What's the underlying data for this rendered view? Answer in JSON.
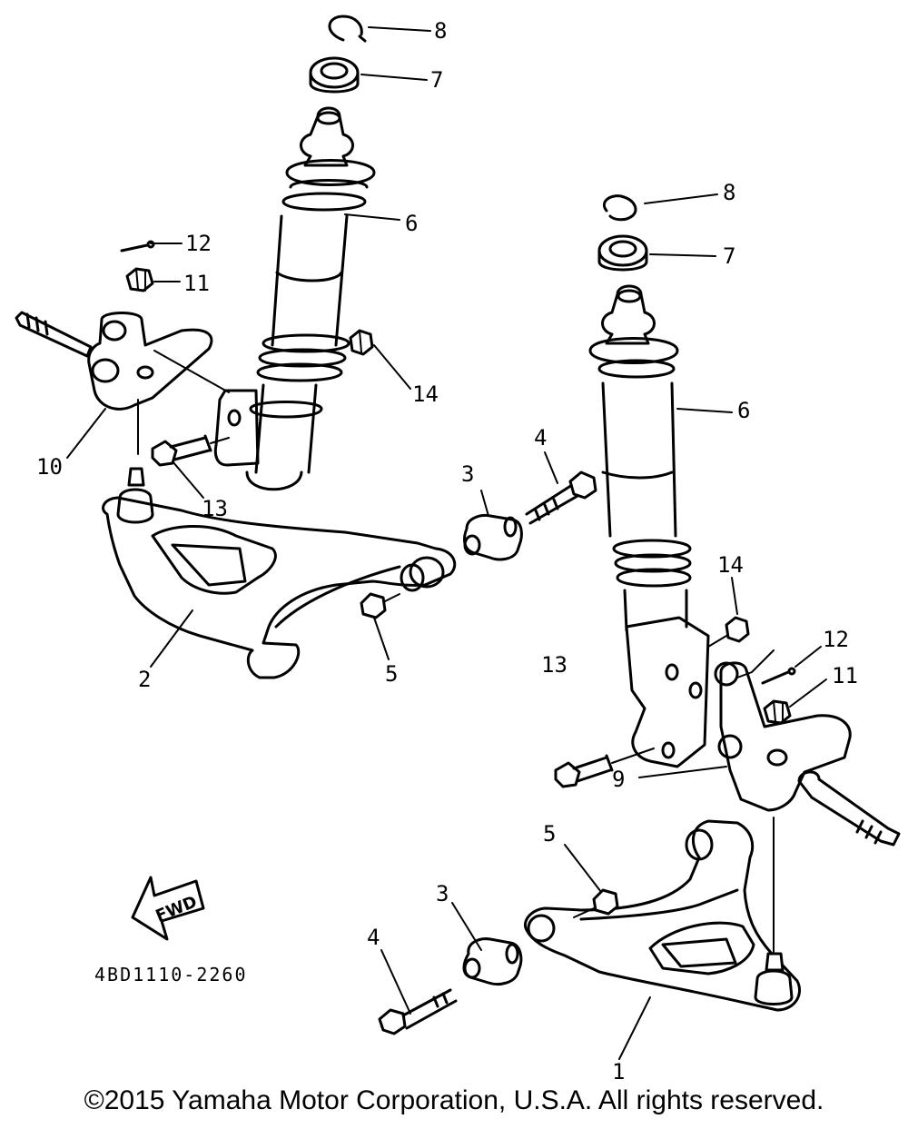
{
  "callouts": {
    "c1": "1",
    "c2": "2",
    "c3a": "3",
    "c3b": "3",
    "c4a": "4",
    "c4b": "4",
    "c5a": "5",
    "c5b": "5",
    "c6a": "6",
    "c6b": "6",
    "c7a": "7",
    "c7b": "7",
    "c8a": "8",
    "c8b": "8",
    "c9": "9",
    "c10": "10",
    "c11a": "11",
    "c11b": "11",
    "c12a": "12",
    "c12b": "12",
    "c13a": "13",
    "c13b": "13",
    "c14a": "14",
    "c14b": "14"
  },
  "fwd_label": "FWD",
  "diagram_code": "4BD1110-2260",
  "copyright": "©2015 Yamaha Motor Corporation, U.S.A. All rights reserved."
}
